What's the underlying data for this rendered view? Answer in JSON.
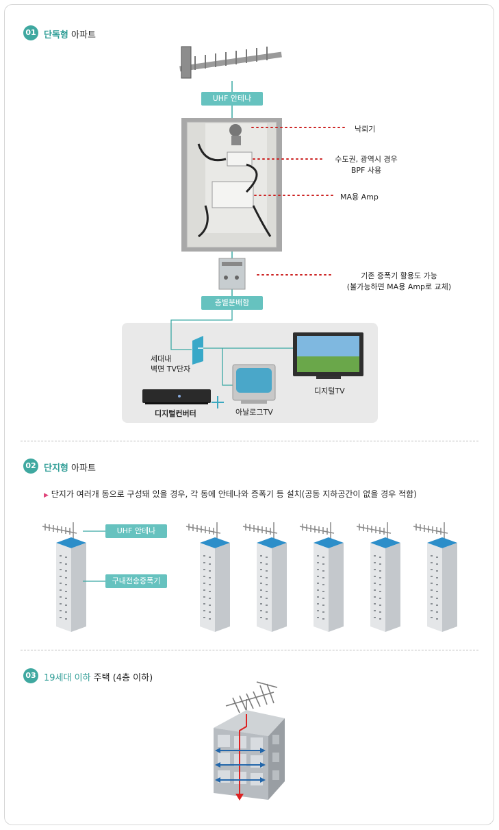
{
  "sections": [
    {
      "number": "01",
      "title_highlight": "단독형",
      "title_rest": "아파트"
    },
    {
      "number": "02",
      "title_highlight": "단지형",
      "title_rest": "아파트"
    },
    {
      "number": "03",
      "title_highlight": "19세대 이하",
      "title_rest": "주택 (4층 이하)"
    }
  ],
  "s1": {
    "uhf_label": "UHF 안테나",
    "lightning": "낙뢰기",
    "bpf_line1": "수도권, 광역시 경우",
    "bpf_line2": "BPF 사용",
    "ma_amp": "MA용 Amp",
    "amp_line1": "기존 증폭기 활용도 가능",
    "amp_line2": "(불가능하면 MA용 Amp로 교체)",
    "floor_box": "층별분배함",
    "wall_line1": "세대내",
    "wall_line2": "벽면 TV단자",
    "digital_converter": "디지털컨버터",
    "analog_tv": "아날로그TV",
    "digital_tv": "디지털TV"
  },
  "s2": {
    "description": "단지가 여러개 동으로 구성돼 있을 경우, 각 동에 안테나와 증폭기 등 설치(공동 지하공간이 없을 경우 적합)",
    "uhf_label": "UHF 안테나",
    "amp_label": "구내전송증폭기"
  },
  "colors": {
    "accent": "#3fa8a0",
    "label_box": "#66c2bf",
    "dotted": "#cc2222",
    "signal": "#dd2222",
    "arrow": "#2266aa"
  }
}
